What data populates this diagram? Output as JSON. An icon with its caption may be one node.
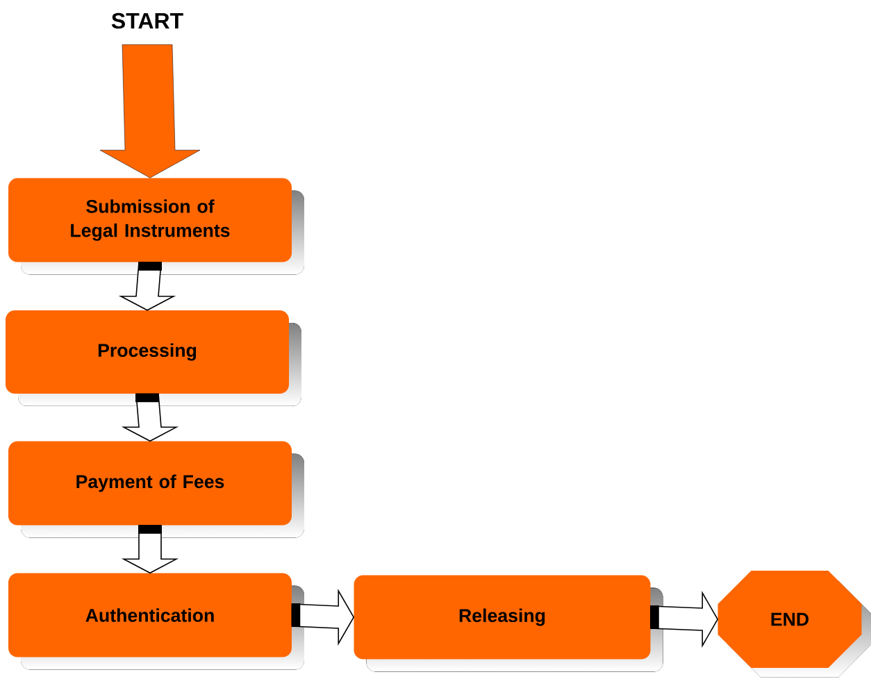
{
  "diagram": {
    "nodes": [
      {
        "text": [
          "START"
        ]
      },
      {
        "text": [
          "Submission of Legal Instruments"
        ]
      },
      {
        "text": [
          "Processing"
        ]
      },
      {
        "text": [
          "Payment of Fees"
        ]
      },
      {
        "text": [
          "Authentication"
        ]
      },
      {
        "text": [
          "Releasing"
        ]
      },
      {
        "text": [
          "END"
        ]
      }
    ],
    "edges": [
      {
        "from": 0,
        "to": 1,
        "arrow": "to",
        "style": "thick",
        "color": "#ff6600"
      },
      {
        "from": 1,
        "to": 2,
        "arrow": "to"
      },
      {
        "from": 2,
        "to": 3,
        "arrow": "to"
      },
      {
        "from": 3,
        "to": 4,
        "arrow": "to"
      },
      {
        "from": 4,
        "to": 5,
        "arrow": "to"
      },
      {
        "from": 5,
        "to": 6,
        "arrow": "to"
      }
    ]
  }
}
